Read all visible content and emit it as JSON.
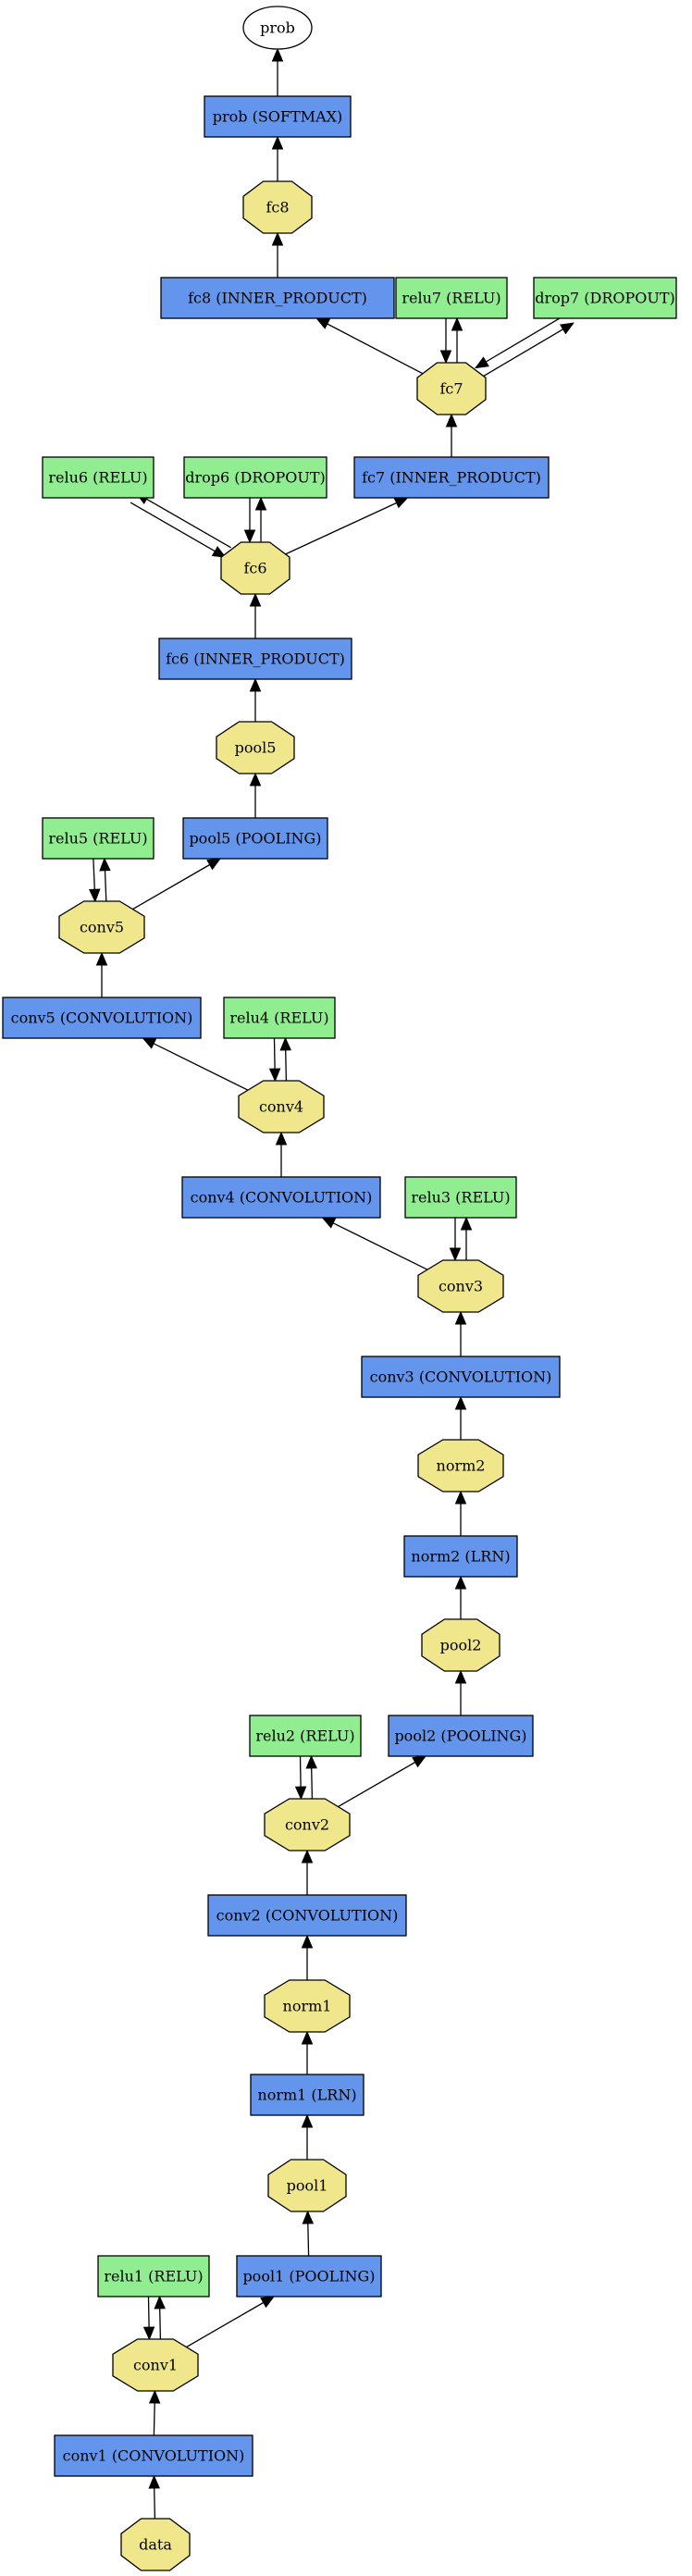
{
  "colors": {
    "layer": "#6495ed",
    "activation": "#90ee90",
    "blob": "#f0e68c",
    "output": "#ffffff",
    "stroke": "#000000"
  },
  "nodes": [
    {
      "id": "prob_out",
      "label": "prob",
      "kind": "output"
    },
    {
      "id": "prob_layer",
      "label": "prob (SOFTMAX)",
      "kind": "layer"
    },
    {
      "id": "fc8_blob",
      "label": "fc8",
      "kind": "blob"
    },
    {
      "id": "fc8_layer",
      "label": "fc8 (INNER_PRODUCT)",
      "kind": "layer"
    },
    {
      "id": "relu7",
      "label": "relu7 (RELU)",
      "kind": "activation"
    },
    {
      "id": "drop7",
      "label": "drop7 (DROPOUT)",
      "kind": "activation"
    },
    {
      "id": "fc7_blob",
      "label": "fc7",
      "kind": "blob"
    },
    {
      "id": "relu6",
      "label": "relu6 (RELU)",
      "kind": "activation"
    },
    {
      "id": "drop6",
      "label": "drop6 (DROPOUT)",
      "kind": "activation"
    },
    {
      "id": "fc7_layer",
      "label": "fc7 (INNER_PRODUCT)",
      "kind": "layer"
    },
    {
      "id": "fc6_blob",
      "label": "fc6",
      "kind": "blob"
    },
    {
      "id": "fc6_layer",
      "label": "fc6 (INNER_PRODUCT)",
      "kind": "layer"
    },
    {
      "id": "pool5_blob",
      "label": "pool5",
      "kind": "blob"
    },
    {
      "id": "relu5",
      "label": "relu5 (RELU)",
      "kind": "activation"
    },
    {
      "id": "pool5_layer",
      "label": "pool5 (POOLING)",
      "kind": "layer"
    },
    {
      "id": "conv5_blob",
      "label": "conv5",
      "kind": "blob"
    },
    {
      "id": "conv5_layer",
      "label": "conv5 (CONVOLUTION)",
      "kind": "layer"
    },
    {
      "id": "relu4",
      "label": "relu4 (RELU)",
      "kind": "activation"
    },
    {
      "id": "conv4_blob",
      "label": "conv4",
      "kind": "blob"
    },
    {
      "id": "conv4_layer",
      "label": "conv4 (CONVOLUTION)",
      "kind": "layer"
    },
    {
      "id": "relu3",
      "label": "relu3 (RELU)",
      "kind": "activation"
    },
    {
      "id": "conv3_blob",
      "label": "conv3",
      "kind": "blob"
    },
    {
      "id": "conv3_layer",
      "label": "conv3 (CONVOLUTION)",
      "kind": "layer"
    },
    {
      "id": "norm2_blob",
      "label": "norm2",
      "kind": "blob"
    },
    {
      "id": "norm2_layer",
      "label": "norm2 (LRN)",
      "kind": "layer"
    },
    {
      "id": "pool2_blob",
      "label": "pool2",
      "kind": "blob"
    },
    {
      "id": "relu2",
      "label": "relu2 (RELU)",
      "kind": "activation"
    },
    {
      "id": "pool2_layer",
      "label": "pool2 (POOLING)",
      "kind": "layer"
    },
    {
      "id": "conv2_blob",
      "label": "conv2",
      "kind": "blob"
    },
    {
      "id": "conv2_layer",
      "label": "conv2 (CONVOLUTION)",
      "kind": "layer"
    },
    {
      "id": "norm1_blob",
      "label": "norm1",
      "kind": "blob"
    },
    {
      "id": "norm1_layer",
      "label": "norm1 (LRN)",
      "kind": "layer"
    },
    {
      "id": "pool1_blob",
      "label": "pool1",
      "kind": "blob"
    },
    {
      "id": "relu1",
      "label": "relu1 (RELU)",
      "kind": "activation"
    },
    {
      "id": "pool1_layer",
      "label": "pool1 (POOLING)",
      "kind": "layer"
    },
    {
      "id": "conv1_blob",
      "label": "conv1",
      "kind": "blob"
    },
    {
      "id": "conv1_layer",
      "label": "conv1 (CONVOLUTION)",
      "kind": "layer"
    },
    {
      "id": "data_blob",
      "label": "data",
      "kind": "blob"
    }
  ],
  "edges": [
    [
      "data_blob",
      "conv1_layer"
    ],
    [
      "conv1_layer",
      "conv1_blob"
    ],
    [
      "conv1_blob",
      "relu1"
    ],
    [
      "relu1",
      "conv1_blob"
    ],
    [
      "conv1_blob",
      "pool1_layer"
    ],
    [
      "pool1_layer",
      "pool1_blob"
    ],
    [
      "pool1_blob",
      "norm1_layer"
    ],
    [
      "norm1_layer",
      "norm1_blob"
    ],
    [
      "norm1_blob",
      "conv2_layer"
    ],
    [
      "conv2_layer",
      "conv2_blob"
    ],
    [
      "conv2_blob",
      "relu2"
    ],
    [
      "relu2",
      "conv2_blob"
    ],
    [
      "conv2_blob",
      "pool2_layer"
    ],
    [
      "pool2_layer",
      "pool2_blob"
    ],
    [
      "pool2_blob",
      "norm2_layer"
    ],
    [
      "norm2_layer",
      "norm2_blob"
    ],
    [
      "norm2_blob",
      "conv3_layer"
    ],
    [
      "conv3_layer",
      "conv3_blob"
    ],
    [
      "conv3_blob",
      "relu3"
    ],
    [
      "relu3",
      "conv3_blob"
    ],
    [
      "conv3_blob",
      "conv4_layer"
    ],
    [
      "conv4_layer",
      "conv4_blob"
    ],
    [
      "conv4_blob",
      "relu4"
    ],
    [
      "relu4",
      "conv4_blob"
    ],
    [
      "conv4_blob",
      "conv5_layer"
    ],
    [
      "conv5_layer",
      "conv5_blob"
    ],
    [
      "conv5_blob",
      "relu5"
    ],
    [
      "relu5",
      "conv5_blob"
    ],
    [
      "conv5_blob",
      "pool5_layer"
    ],
    [
      "pool5_layer",
      "pool5_blob"
    ],
    [
      "pool5_blob",
      "fc6_layer"
    ],
    [
      "fc6_layer",
      "fc6_blob"
    ],
    [
      "fc6_blob",
      "relu6"
    ],
    [
      "relu6",
      "fc6_blob"
    ],
    [
      "fc6_blob",
      "drop6"
    ],
    [
      "drop6",
      "fc6_blob"
    ],
    [
      "fc6_blob",
      "fc7_layer"
    ],
    [
      "fc7_layer",
      "fc7_blob"
    ],
    [
      "fc7_blob",
      "relu7"
    ],
    [
      "relu7",
      "fc7_blob"
    ],
    [
      "fc7_blob",
      "drop7"
    ],
    [
      "drop7",
      "fc7_blob"
    ],
    [
      "fc7_blob",
      "fc8_layer"
    ],
    [
      "fc8_layer",
      "fc8_blob"
    ],
    [
      "fc8_blob",
      "prob_layer"
    ],
    [
      "prob_layer",
      "prob_out"
    ]
  ]
}
